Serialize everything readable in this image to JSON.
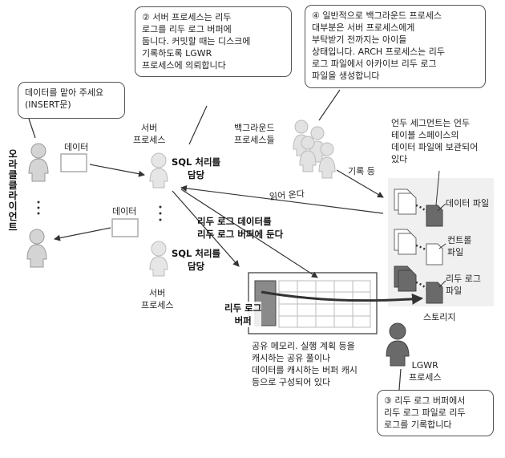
{
  "callouts": {
    "client": [
      "데이터를 맡아 주세요",
      "(INSERT문)"
    ],
    "step2": [
      "② 서버 프로세스는 리두",
      "로그를 리두 로그 버퍼에",
      "둡니다. 커밋할 때는 디스크에",
      "기록하도록 LGWR",
      "프로세스에 의뢰합니다"
    ],
    "step4": [
      "④ 일반적으로 백그라운드 프로세스",
      "대부분은 서버 프로세스에게",
      "부탁받기 전까지는 아이들",
      "상태입니다. ARCH 프로세스는 리두",
      "로그 파일에서 아카이브 리두 로그",
      "파일을 생성합니다"
    ],
    "step3": [
      "③ 리두 로그 버퍼에서",
      "리두 로그 파일로 리두",
      "로그를 기록합니다"
    ]
  },
  "labels": {
    "oracle_client": "오라클클라이언트",
    "data_top": "데이터",
    "data_mid": "데이터",
    "server_process_top": [
      "서버",
      "프로세스"
    ],
    "server_process_bottom": [
      "서버",
      "프로세스"
    ],
    "sql_top": [
      "SQL 처리를",
      "담당"
    ],
    "sql_bottom": [
      "SQL 처리를",
      "담당"
    ],
    "redo_put": [
      "리두 로그 데이터를",
      "리두 로그 버퍼에 둔다"
    ],
    "read_in": "읽어 온다",
    "background": [
      "백그라운드",
      "프로세스들"
    ],
    "record_etc": "기록 등",
    "undo_desc": [
      "언두 세그먼트는 언두",
      "테이블 스페이스의",
      "데이터 파일에 보관되어",
      "있다"
    ],
    "data_file": "데이터 파일",
    "control_file": [
      "컨트롤",
      "파일"
    ],
    "redo_log_file": [
      "리두 로그",
      "파일"
    ],
    "storage": "스토리지",
    "redo_buffer": [
      "리두 로그",
      "버퍼"
    ],
    "shared_memory": [
      "공유 메모리. 실행 계획 등을",
      "캐시하는 공유 풀이나",
      "데이터를 캐시하는 버퍼 캐시",
      "등으로 구성되어 있다"
    ],
    "lgwr": [
      "LGWR",
      "프로세스"
    ]
  },
  "colors": {
    "line": "#333333",
    "person": "#d4d4d4",
    "person_dark": "#555555",
    "storage_bg": "#f0f0f0",
    "file_dark": "#6a6a6a"
  }
}
